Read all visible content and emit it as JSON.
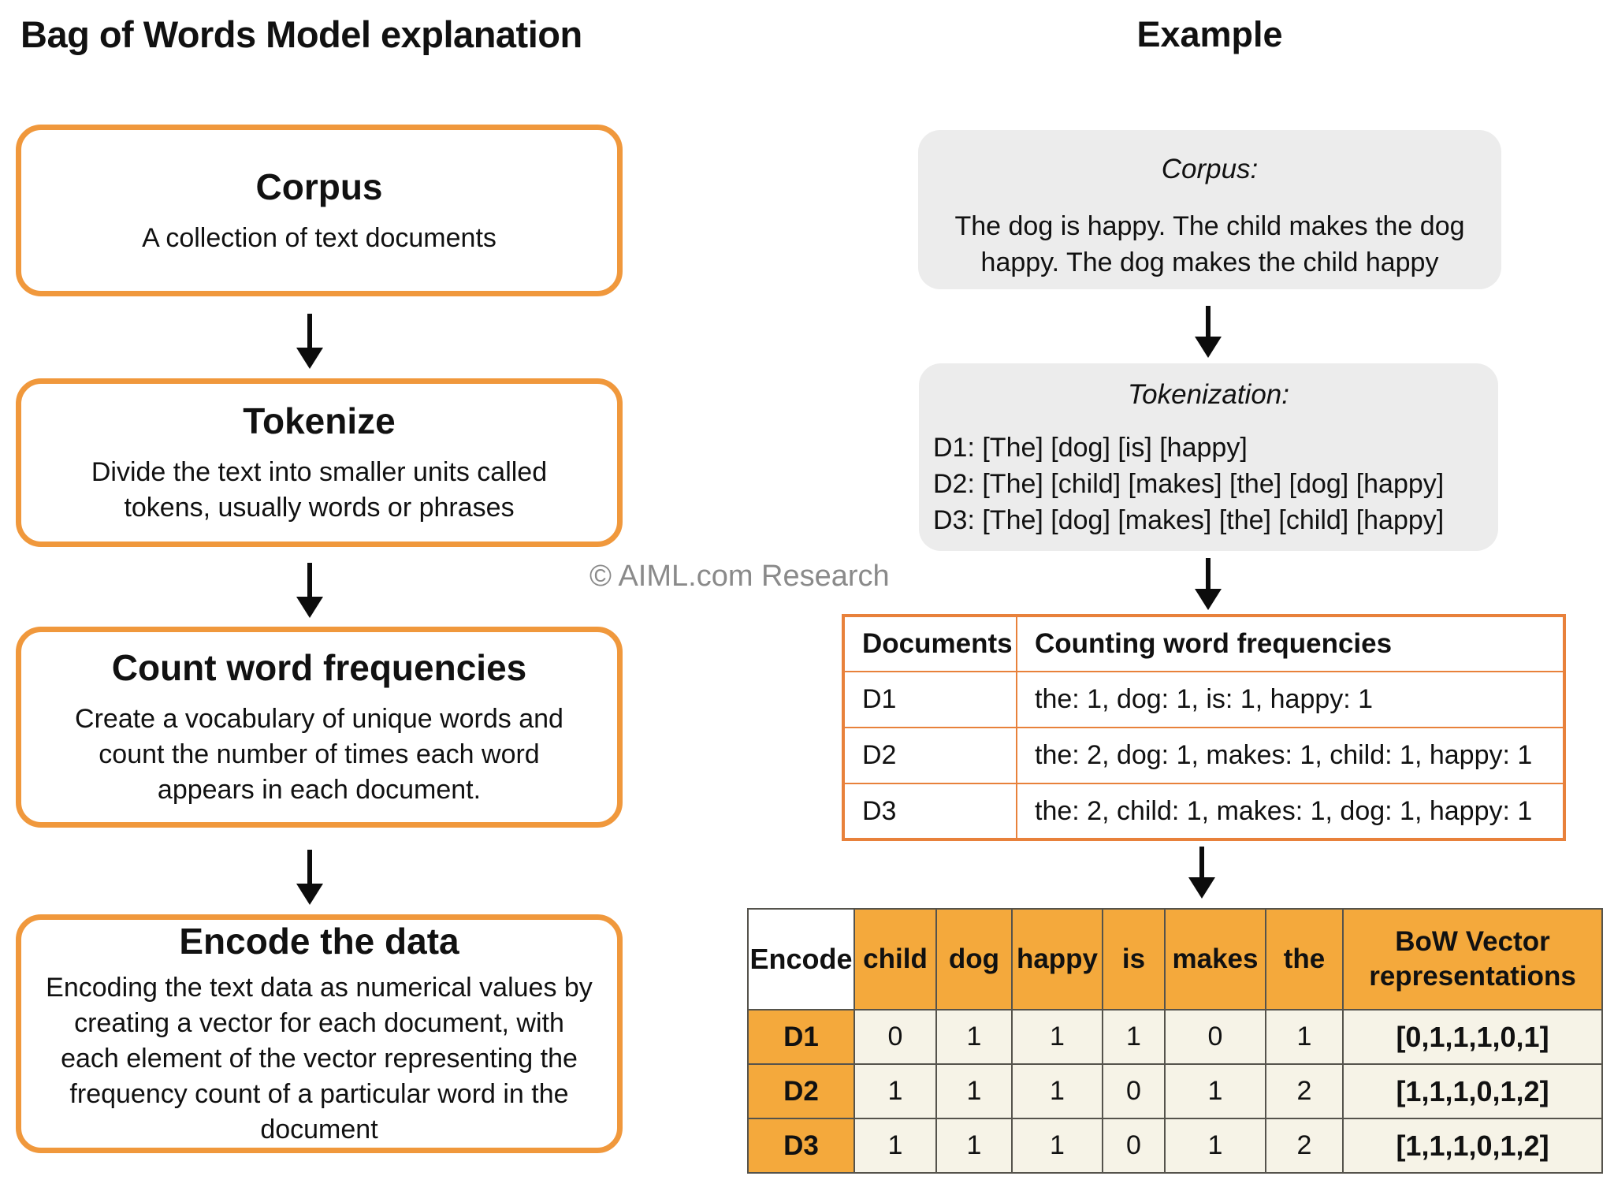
{
  "left_panel": {
    "title": "Bag of Words Model explanation",
    "steps": [
      {
        "title": "Corpus",
        "description": "A collection of text documents"
      },
      {
        "title": "Tokenize",
        "description": "Divide the text into smaller units called tokens, usually words or phrases"
      },
      {
        "title": "Count word frequencies",
        "description": "Create a vocabulary of unique words and count the number of times each word appears in each document."
      },
      {
        "title": "Encode the data",
        "description": "Encoding the text data as numerical values by creating a vector for each document, with each element of the vector representing the frequency count of a particular word in the document"
      }
    ]
  },
  "watermark": "© AIML.com Research",
  "right_panel": {
    "title": "Example",
    "corpus_box": {
      "label": "Corpus:",
      "text": "The dog is happy. The child makes the dog happy. The dog makes the child happy"
    },
    "tokenization_box": {
      "label": "Tokenization:",
      "lines": [
        "D1: [The] [dog] [is] [happy]",
        "D2: [The] [child] [makes] [the] [dog] [happy]",
        "D3: [The] [dog] [makes] [the] [child] [happy]"
      ]
    },
    "frequency_table": {
      "headers": [
        "Documents",
        "Counting word frequencies"
      ],
      "rows": [
        [
          "D1",
          "the: 1, dog: 1, is: 1, happy: 1"
        ],
        [
          "D2",
          "the: 2, dog: 1, makes: 1, child: 1, happy: 1"
        ],
        [
          "D3",
          "the: 2, child: 1, makes: 1, dog: 1, happy: 1"
        ]
      ]
    },
    "bow_table": {
      "headers": [
        "Encode",
        "child",
        "dog",
        "happy",
        "is",
        "makes",
        "the",
        "BoW Vector representations"
      ],
      "rows": [
        [
          "D1",
          "0",
          "1",
          "1",
          "1",
          "0",
          "1",
          "[0,1,1,1,0,1]"
        ],
        [
          "D2",
          "1",
          "1",
          "1",
          "0",
          "1",
          "2",
          "[1,1,1,0,1,2]"
        ],
        [
          "D3",
          "1",
          "1",
          "1",
          "0",
          "1",
          "2",
          "[1,1,1,0,1,2]"
        ]
      ]
    }
  },
  "colors": {
    "box_border_orange": "#F0983C",
    "table_border_orange": "#E8813B",
    "header_fill_orange": "#F4A93C",
    "cell_fill_cream": "#F6F3E7",
    "gray_box_fill": "#ECECEC",
    "dark_table_border": "#55534C",
    "watermark_gray": "#8A8A8A",
    "arrow_black": "#0C0C0C"
  }
}
